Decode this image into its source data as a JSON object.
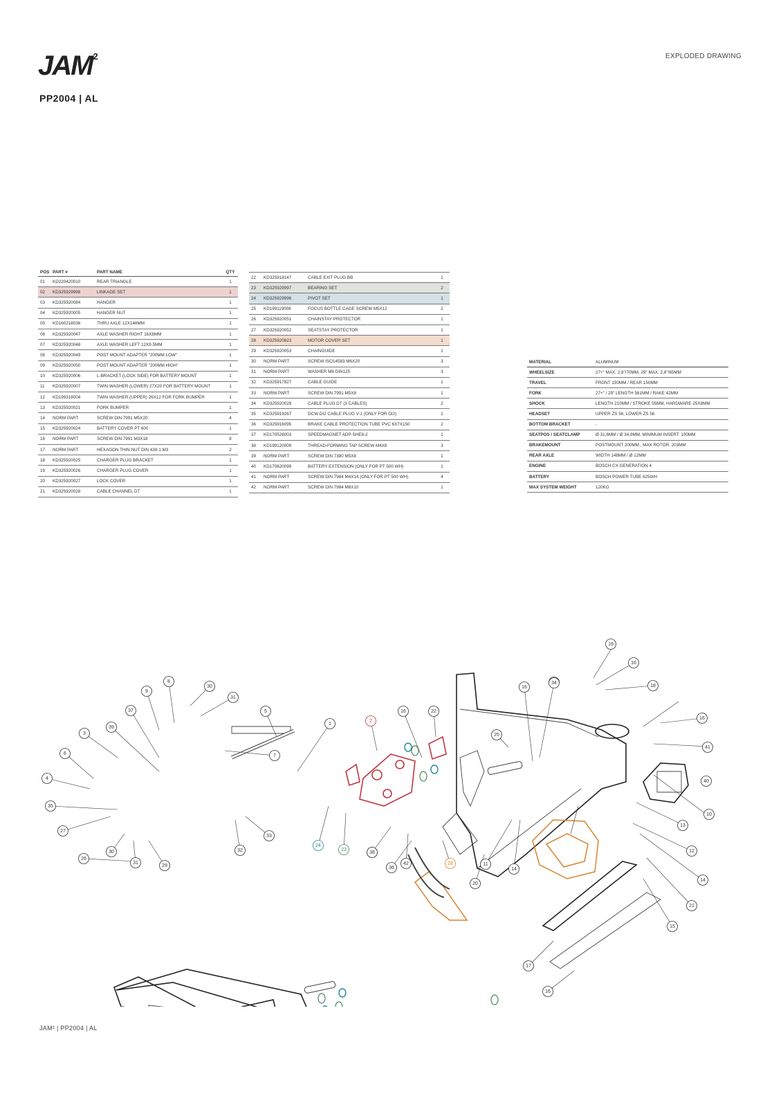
{
  "header": {
    "logo": "JAM",
    "logo_sup": "2",
    "model": "PP2004 | AL",
    "doc_type": "EXPLODED DRAWING"
  },
  "parts_table": {
    "headers": [
      "POS",
      "PART #",
      "PART NAME",
      "QTY"
    ],
    "left": [
      [
        "01",
        "KD220420010",
        "REAR TRIANGLE",
        "1"
      ],
      [
        "02",
        "KD325929998",
        "LINKAGE SET",
        "1"
      ],
      [
        "03",
        "KD325920084",
        "HANGER",
        "1"
      ],
      [
        "04",
        "KD325920005",
        "HANGER NUT",
        "1"
      ],
      [
        "05",
        "KD160218036",
        "THRU AXLE 12X148MM",
        "1"
      ],
      [
        "06",
        "KD325920047",
        "AXLE WASHER RIGHT 16X8MM",
        "1"
      ],
      [
        "07",
        "KD325920048",
        "AXLE WASHER LEFT 12X9.5MM",
        "1"
      ],
      [
        "08",
        "KD325920049",
        "POST MOUNT ADAPTER \"200MM LOW\"",
        "1"
      ],
      [
        "09",
        "KD325920050",
        "POST MOUNT ADAPTER \"200MM HIGH\"",
        "1"
      ],
      [
        "10",
        "KD325920006",
        "L-BRACKET (LOCK SIDE) FOR BATTERY MOUNT",
        "1"
      ],
      [
        "11",
        "KD325920007",
        "TWIN WASHER (LOWER) 27X20 FOR BATTERY MOUNT",
        "1"
      ],
      [
        "12",
        "KD199318004",
        "TWIN WASHER (UPPER) 26X12 FOR FORK BUMPER",
        "1"
      ],
      [
        "13",
        "KD325920021",
        "FORK BUMPER",
        "1"
      ],
      [
        "14",
        "NORM PART",
        "SCREW DIN 7991 M5X20",
        "4"
      ],
      [
        "15",
        "KD325920024",
        "BATTERY COVER PT 600",
        "1"
      ],
      [
        "16",
        "NORM PART",
        "SCREW DIN 7991 M3X18",
        "8"
      ],
      [
        "17",
        "NORM PART",
        "HEXAGON THIN NUT DIN 439-1 M3",
        "2"
      ],
      [
        "18",
        "KD325920025",
        "CHARGER PLUG BRACKET",
        "1"
      ],
      [
        "19",
        "KD325920026",
        "CHARGER PLUG COVER",
        "1"
      ],
      [
        "20",
        "KD325920027",
        "LOCK COVER",
        "1"
      ],
      [
        "21",
        "KD325920028",
        "CABLE CHANNEL DT",
        "1"
      ]
    ],
    "right": [
      [
        "22",
        "KD325918147",
        "CABLE EXIT PLUG BB",
        "1"
      ],
      [
        "23",
        "KD325929997",
        "BEARING SET",
        "2"
      ],
      [
        "24",
        "KD325929996",
        "PIVOT SET",
        "1"
      ],
      [
        "25",
        "KD199119008",
        "FOCUS BOTTLE CAGE SCREW M5X12",
        "2"
      ],
      [
        "26",
        "KD325920051",
        "CHAINSTAY PROTECTOR",
        "1"
      ],
      [
        "27",
        "KD325920052",
        "SEATSTAY PROTECTOR",
        "1"
      ],
      [
        "28",
        "KD325920823",
        "MOTOR COVER SET",
        "1"
      ],
      [
        "29",
        "KD325920053",
        "CHAINGUIDE",
        "1"
      ],
      [
        "30",
        "NORM PART",
        "SCREW ISO14583 M6X20",
        "3"
      ],
      [
        "31",
        "NORM PART",
        "WASHER M6 DIN125",
        "3"
      ],
      [
        "32",
        "KD325917827",
        "CABLE GUIDE",
        "1"
      ],
      [
        "33",
        "NORM PART",
        "SCREW DIN 7991 M5X8",
        "1"
      ],
      [
        "34",
        "KD325920029",
        "CABLE PLUG DT (3 CABLES)",
        "2"
      ],
      [
        "35",
        "KD325919267",
        "DCW DI2 CABLE PLUG V-1 (ONLY FOR DI2)",
        "1"
      ],
      [
        "36",
        "KD325916095",
        "BRAKE CABLE PROTECTION TUBE PVC 6X7X150",
        "2"
      ],
      [
        "37",
        "KD170528003",
        "SPEEDMAGNET ADP-SHE8-2",
        "1"
      ],
      [
        "38",
        "KD199120009",
        "THREAD-FORMING TAP SCREW M4X8",
        "3"
      ],
      [
        "39",
        "NORM PART",
        "SCREW DIN 7380 M5X8",
        "1"
      ],
      [
        "40",
        "KD170620099",
        "BATTERY EXTENSION (ONLY FOR PT 500 WH)",
        "1"
      ],
      [
        "41",
        "NORM PART",
        "SCREW DIN 7984 M4X14 (ONLY FOR PT 500 WH)",
        "4"
      ],
      [
        "42",
        "NORM PART",
        "SCREW DIN 7984 M6X10",
        "1"
      ]
    ]
  },
  "specs": [
    [
      "MATERIAL",
      "ALUMINUM"
    ],
    [
      "WHEELSIZE",
      "27+\" MAX. 2,8\"/70MM, 29\" MAX. 2,6\"/65MM"
    ],
    [
      "TRAVEL",
      "FRONT 150MM / REAR 150MM"
    ],
    [
      "FORK",
      "27+\" / 29\" LENGTH 561MM / RAKE 42MM"
    ],
    [
      "SHOCK",
      "LENGTH 210MM / STROKE 55MM, HARDWARE 25X8MM"
    ],
    [
      "HEADSET",
      "UPPER ZS 56, LOWER ZS 56"
    ],
    [
      "BOTTOM BRACKET",
      "-"
    ],
    [
      "SEATPOS / SEATCLAMP",
      "Ø 31,6MM / Ø 34,9MM, MINIMUM INSERT: 100MM"
    ],
    [
      "BRAKEMOUNT",
      "POSTMOUNT 200MM , MAX ROTOR: 203MM"
    ],
    [
      "REAR AXLE",
      "WIDTH 148MM / Ø 12MM"
    ],
    [
      "ENGINE",
      "BOSCH CX GENERATION 4"
    ],
    [
      "BATTERY",
      "BOSCH POWER TUBE 625WH"
    ],
    [
      "MAX SYSTEM WEIGHT",
      "120KG"
    ]
  ],
  "highlight_colors": {
    "linkage_set": "#ecd3d0",
    "bearing_set": "#dfe3dc",
    "pivot_set": "#d4dfe6",
    "motor_cover_set": "#f2dccd",
    "linkage_stroke": "#c0353f",
    "bearing_stroke": "#4a8a5a",
    "pivot_stroke": "#2a8a9a",
    "motor_stroke": "#d9822b"
  },
  "callouts": [
    "19",
    "16",
    "18",
    "34",
    "16",
    "41",
    "40",
    "10",
    "13",
    "12",
    "14",
    "21",
    "15",
    "17",
    "16",
    "8",
    "9",
    "30",
    "31",
    "5",
    "1",
    "2",
    "16",
    "22",
    "25",
    "16",
    "34",
    "37",
    "39",
    "3",
    "6",
    "7",
    "4",
    "35",
    "27",
    "26",
    "24",
    "23",
    "36",
    "38",
    "20",
    "11",
    "14",
    "30",
    "31",
    "29",
    "32",
    "33",
    "38",
    "42",
    "28"
  ],
  "footer": "JAM² | PP2004 | AL"
}
